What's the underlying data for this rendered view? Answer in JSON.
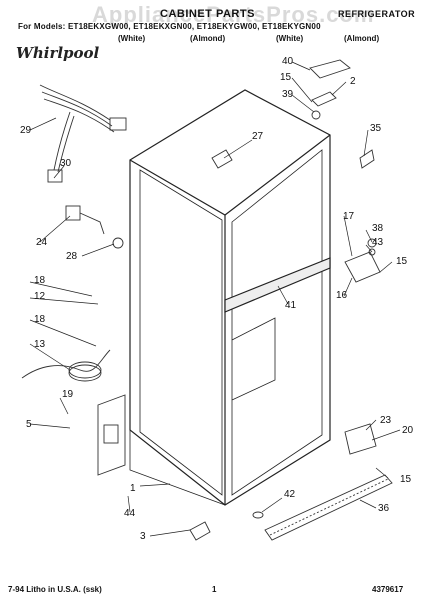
{
  "header": {
    "watermark": "AppliancePartsPros.com",
    "title": "CABINET PARTS",
    "appliance_type": "REFRIGERATOR",
    "models_line": "For Models: ET18EKXGW00, ET18EKXGN00, ET18EKYGW00, ET18EKYGN00",
    "colors": [
      "(White)",
      "(Almond)",
      "(White)",
      "(Almond)"
    ]
  },
  "logo": {
    "text": "Whirlpool"
  },
  "callouts": [
    "40",
    "15",
    "2",
    "39",
    "27",
    "35",
    "29",
    "30",
    "17",
    "38",
    "43",
    "24",
    "28",
    "15",
    "18",
    "12",
    "16",
    "41",
    "18",
    "13",
    "19",
    "5",
    "23",
    "20",
    "1",
    "15",
    "44",
    "42",
    "36",
    "3"
  ],
  "footer": {
    "left": "7-94 Litho in U.S.A. (ssk)",
    "center": "1",
    "right": "4379617"
  }
}
